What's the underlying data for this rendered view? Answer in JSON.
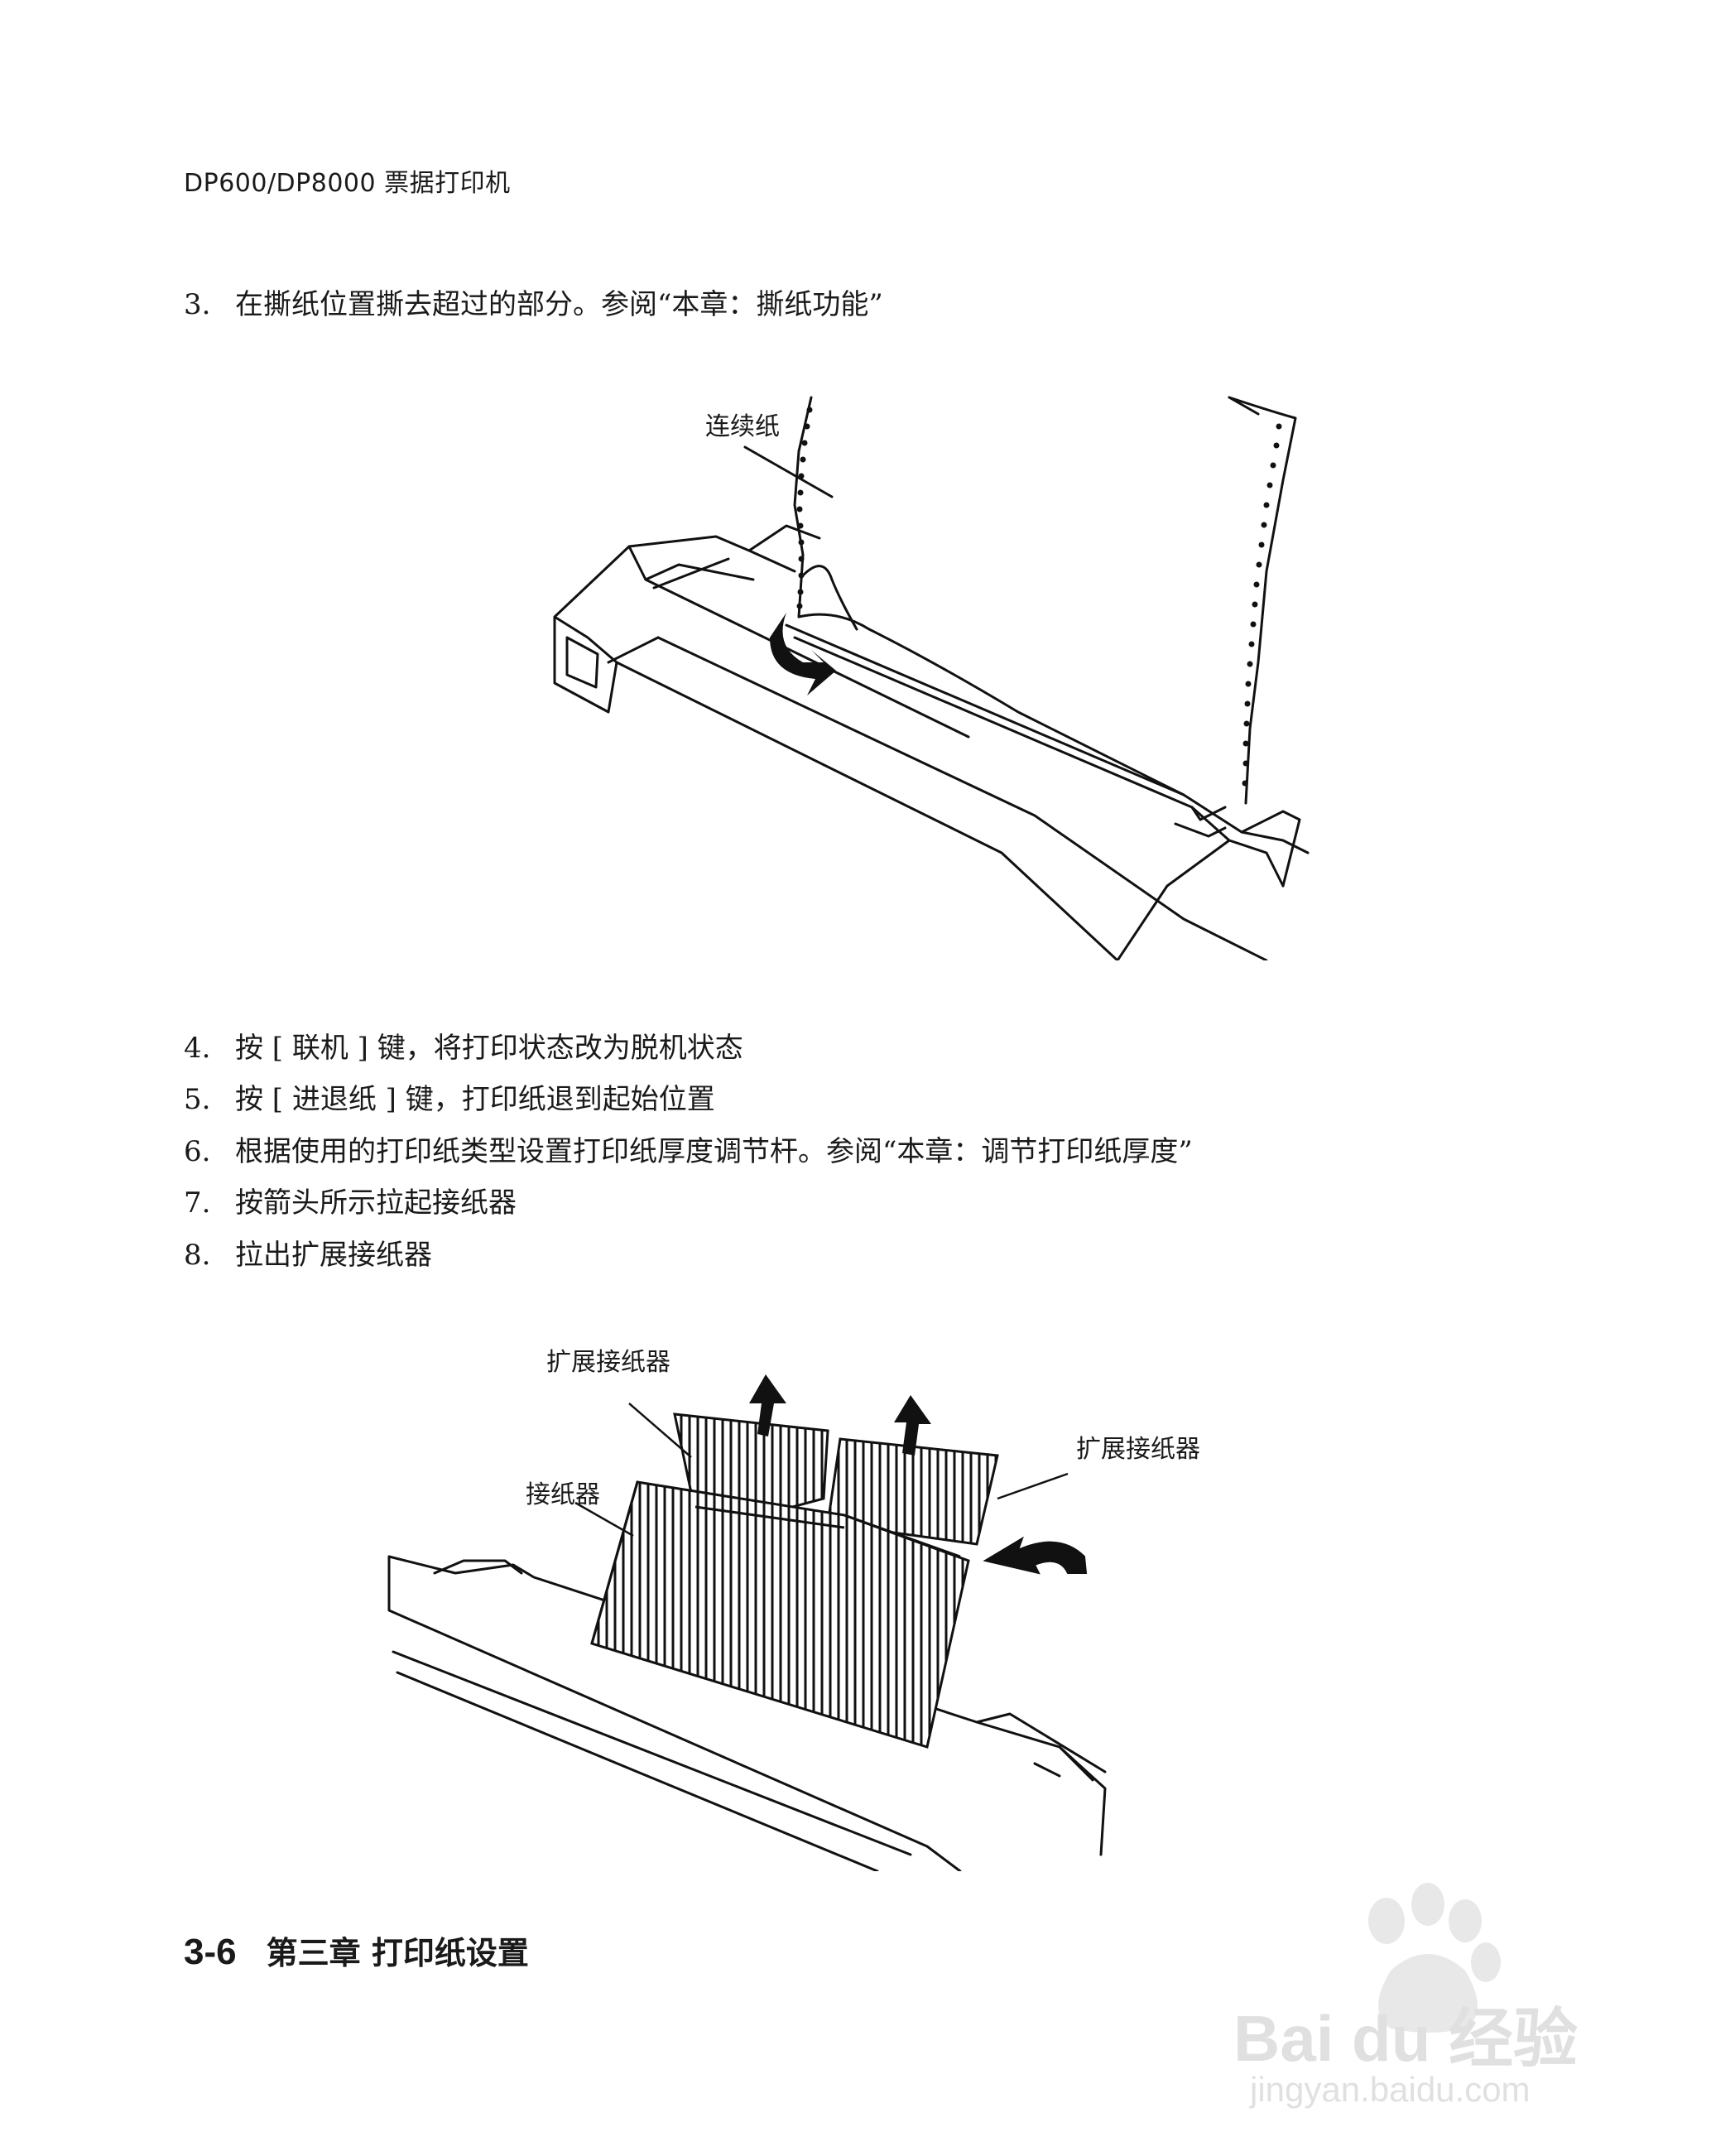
{
  "header": {
    "title": "DP600/DP8000 票据打印机"
  },
  "steps": [
    {
      "num": "3.",
      "text": "在撕纸位置撕去超过的部分。参阅“本章：撕纸功能”"
    },
    {
      "num": "4.",
      "text": "按 [ 联机 ] 键，将打印状态改为脱机状态"
    },
    {
      "num": "5.",
      "text": "按 [ 进退纸 ] 键，打印纸退到起始位置"
    },
    {
      "num": "6.",
      "text": "根据使用的打印纸类型设置打印纸厚度调节杆。参阅“本章：调节打印纸厚度”"
    },
    {
      "num": "7.",
      "text": "按箭头所示拉起接纸器"
    },
    {
      "num": "8.",
      "text": "拉出扩展接纸器"
    }
  ],
  "figure1": {
    "label_paper": "连续纸"
  },
  "figure2": {
    "label_ext_left": "扩展接纸器",
    "label_ext_right": "扩展接纸器",
    "label_tray": "接纸器"
  },
  "footer": {
    "page": "3-6",
    "chapter": "第三章  打印纸设置"
  },
  "watermark": {
    "brand": "Bai du 经验",
    "url": "jingyan.baidu.com"
  }
}
